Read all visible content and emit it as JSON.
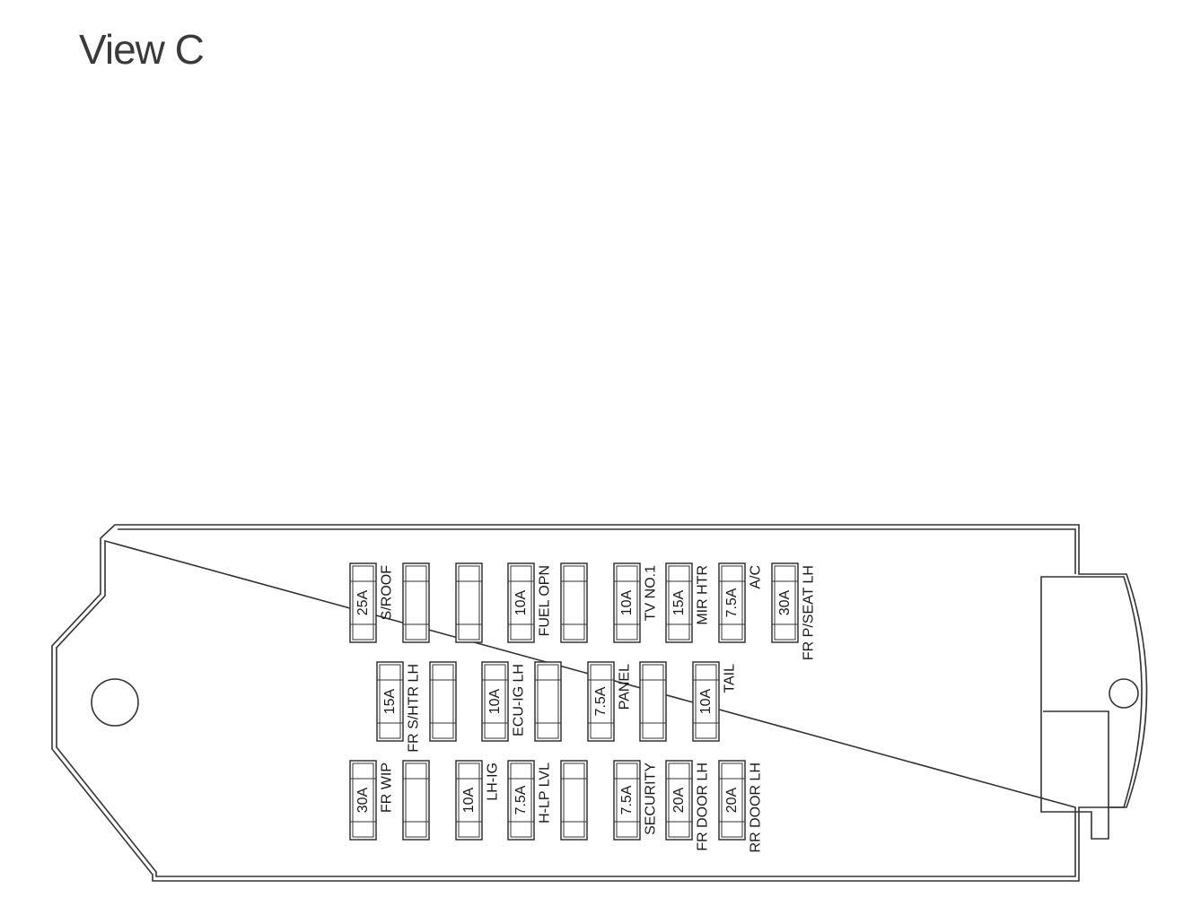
{
  "title": "View C",
  "fuses": [
    {
      "id": "r1c1",
      "rating": "25A",
      "label": "S/ROOF"
    },
    {
      "id": "r1c2",
      "rating": "",
      "label": ""
    },
    {
      "id": "r1c3",
      "rating": "",
      "label": ""
    },
    {
      "id": "r1c4",
      "rating": "10A",
      "label": "FUEL OPN"
    },
    {
      "id": "r1c5",
      "rating": "",
      "label": ""
    },
    {
      "id": "r1c6",
      "rating": "10A",
      "label": "TV NO.1"
    },
    {
      "id": "r1c7",
      "rating": "15A",
      "label": "MIR HTR"
    },
    {
      "id": "r1c8",
      "rating": "7.5A",
      "label": "A/C"
    },
    {
      "id": "r1c9",
      "rating": "30A",
      "label": "FR P/SEAT LH"
    },
    {
      "id": "r2c1",
      "rating": "15A",
      "label": "FR S/HTR LH"
    },
    {
      "id": "r2c2",
      "rating": "",
      "label": ""
    },
    {
      "id": "r2c3",
      "rating": "10A",
      "label": "ECU-IG LH"
    },
    {
      "id": "r2c4",
      "rating": "",
      "label": ""
    },
    {
      "id": "r2c5",
      "rating": "7.5A",
      "label": "PANEL"
    },
    {
      "id": "r2c6",
      "rating": "",
      "label": ""
    },
    {
      "id": "r2c7",
      "rating": "10A",
      "label": "TAIL"
    },
    {
      "id": "r3c1",
      "rating": "30A",
      "label": "FR WIP"
    },
    {
      "id": "r3c2",
      "rating": "",
      "label": ""
    },
    {
      "id": "r3c3",
      "rating": "10A",
      "label": "LH-IG"
    },
    {
      "id": "r3c4",
      "rating": "7.5A",
      "label": "H-LP LVL"
    },
    {
      "id": "r3c5",
      "rating": "",
      "label": ""
    },
    {
      "id": "r3c6",
      "rating": "7.5A",
      "label": "SECURITY"
    },
    {
      "id": "r3c7",
      "rating": "20A",
      "label": "FR DOOR LH"
    },
    {
      "id": "r3c8",
      "rating": "20A",
      "label": "RR DOOR LH"
    }
  ]
}
